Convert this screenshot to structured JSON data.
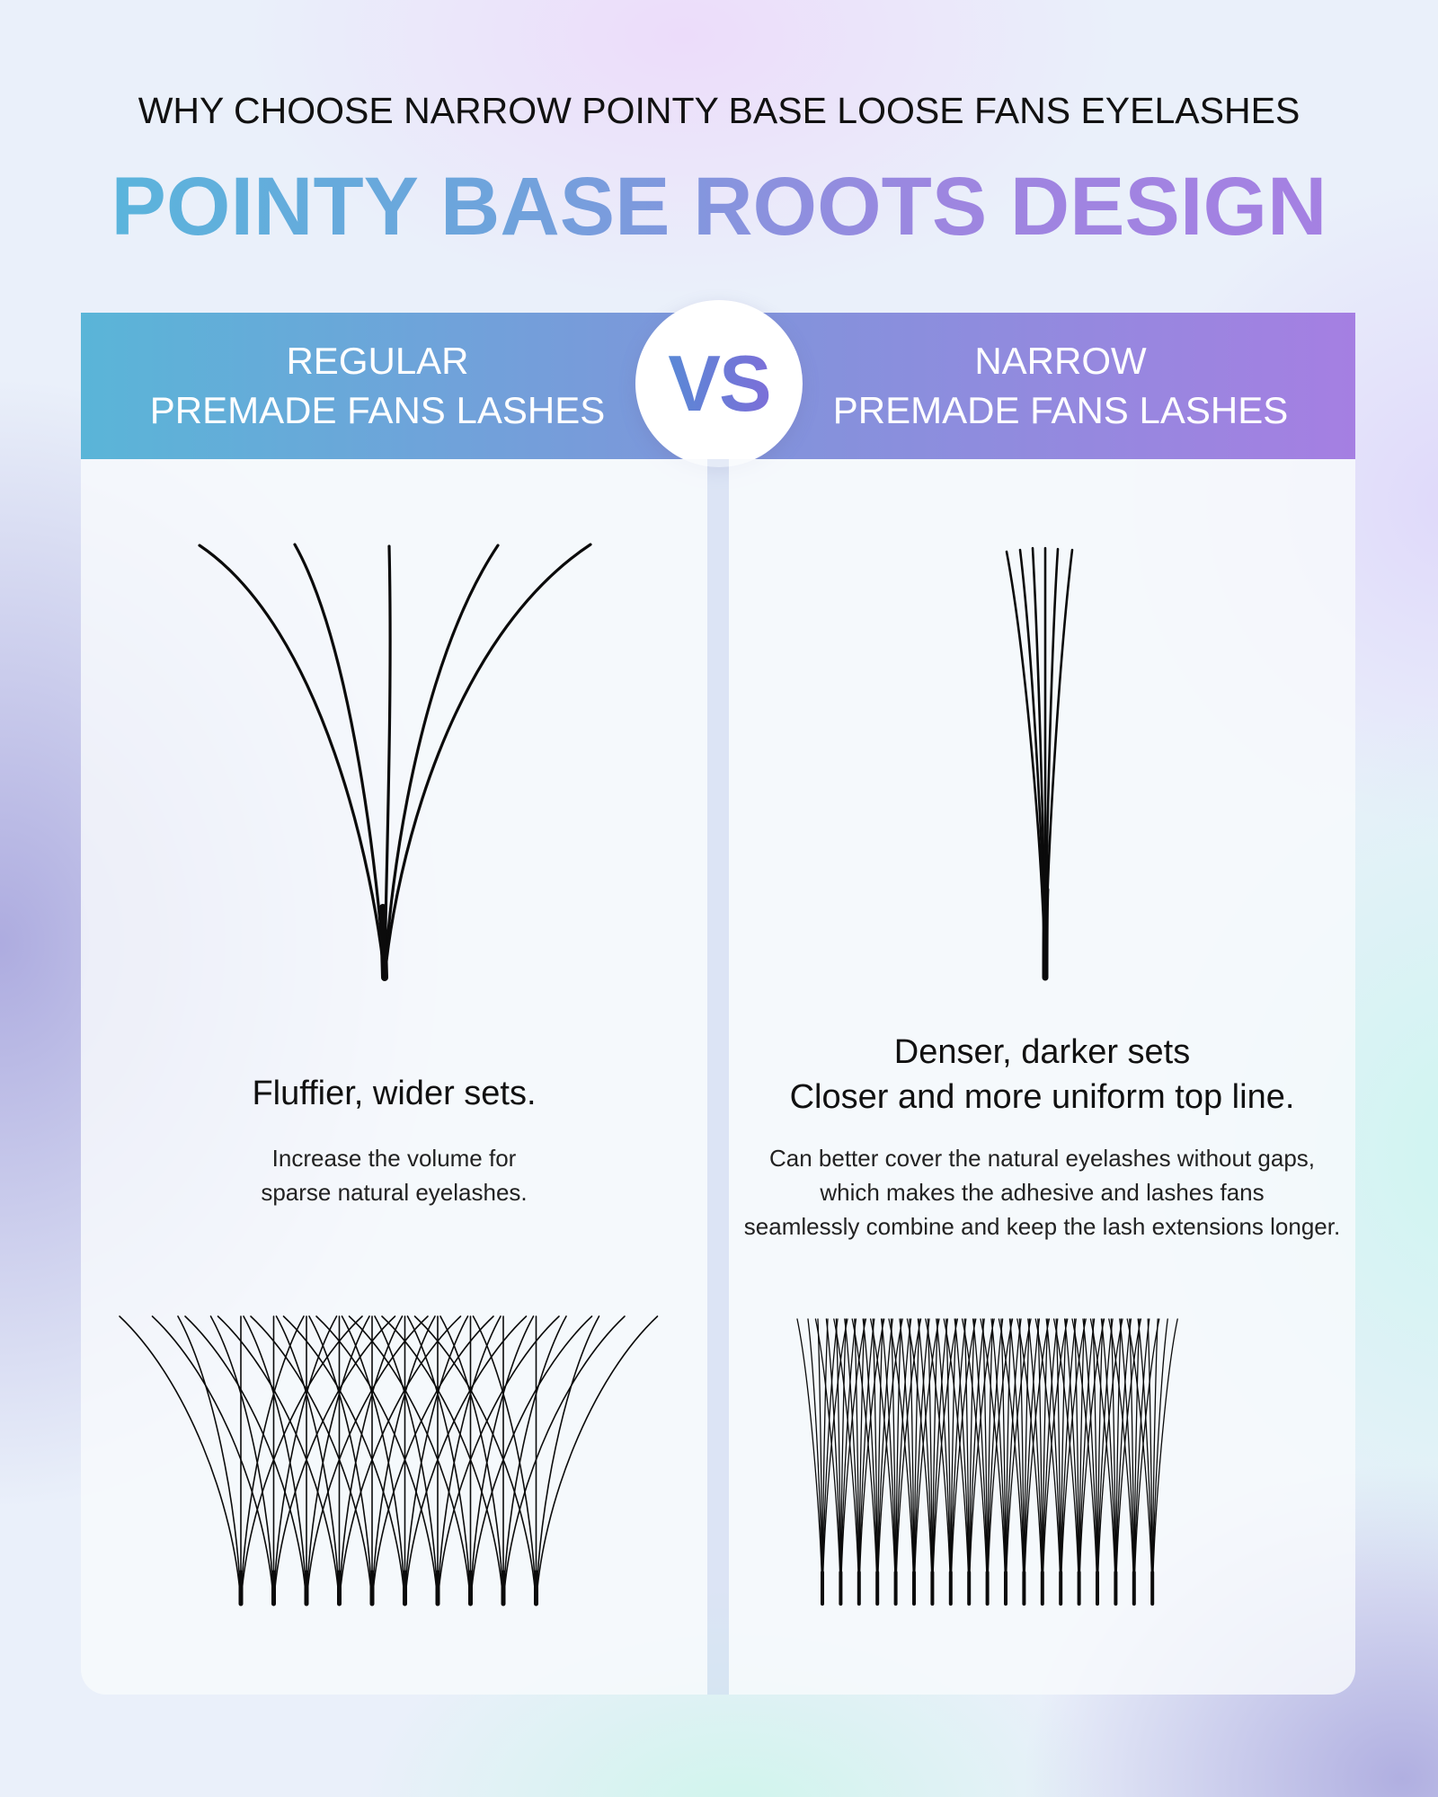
{
  "header": {
    "subtitle": "WHY CHOOSE NARROW POINTY BASE LOOSE FANS EYELASHES",
    "title": "POINTY BASE ROOTS DESIGN"
  },
  "comparison": {
    "left_label": [
      "REGULAR",
      "PREMADE FANS LASHES"
    ],
    "vs_label": "VS",
    "right_label": [
      "NARROW",
      "PREMADE FANS LASHES"
    ]
  },
  "left": {
    "heading": "Fluffier, wider sets.",
    "description": [
      "Increase the volume for",
      "sparse natural eyelashes."
    ],
    "illustration_icon": "wide-fan-icon",
    "strip_icon": "wide-fan-strip-icon",
    "strip_fan_count": 10
  },
  "right": {
    "heading": [
      "Denser, darker sets",
      "Closer and more uniform top line."
    ],
    "description": [
      "Can better cover the natural eyelashes without gaps,",
      "which makes the adhesive and lashes fans",
      "seamlessly combine and keep the lash extensions longer."
    ],
    "illustration_icon": "narrow-fan-icon",
    "strip_icon": "narrow-fan-strip-icon",
    "strip_fan_count": 19
  },
  "colors": {
    "gradient_start": "#55b9dc",
    "gradient_end": "#a77fe3"
  }
}
